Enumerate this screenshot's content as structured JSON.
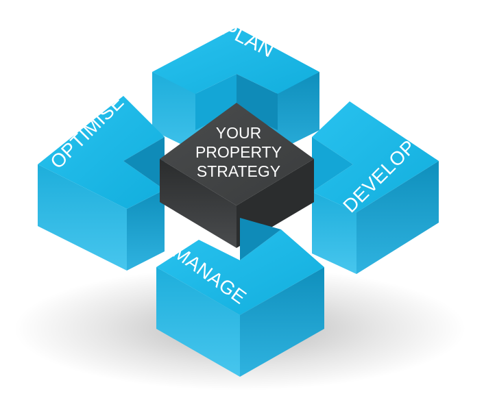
{
  "diagram": {
    "center": {
      "lines": [
        "YOUR",
        "PROPERTY",
        "STRATEGY"
      ]
    },
    "blocks": {
      "plan": "PLAN",
      "develop": "DEVELOP",
      "manage": "MANAGE",
      "optimise": "OPTIMISE"
    }
  },
  "colors": {
    "block_top": "#1cb8e6",
    "block_side_left": "#159fcc",
    "block_side_right": "#0f89b3",
    "center_top": "#444647",
    "center_side_left": "#2f3132",
    "center_side_right": "#262728"
  }
}
